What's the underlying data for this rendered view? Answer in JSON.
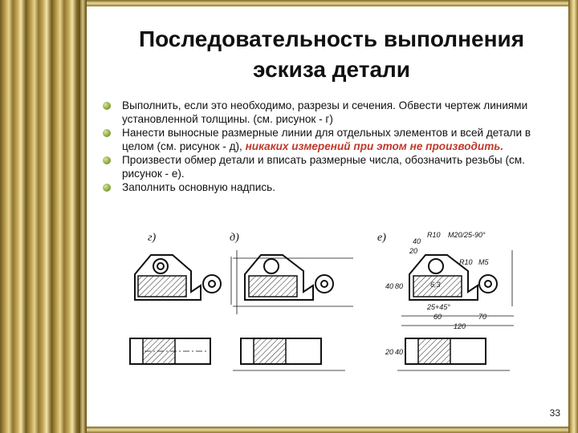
{
  "slide": {
    "title": "Последовательность выполнения\nэскиза детали",
    "bullets": [
      {
        "text": "Выполнить, если это необходимо, разрезы и сечения. Обвести чертеж линиями установленной толщины. (см. рисунок - г)"
      },
      {
        "text": "Нанести выносные размерные линии для отдельных элементов и всей детали в целом (см. рисунок - д), ",
        "emphasis": "никаких измерений при этом не производить."
      },
      {
        "text": "Произвести обмер детали и вписать размерные числа, обозначить резьбы (см. рисунок - е)."
      },
      {
        "text": "Заполнить основную надпись."
      }
    ],
    "figure_labels": [
      "г)",
      "д)",
      "е)"
    ],
    "dimensions": [
      "40",
      "20",
      "R10",
      "M20/25-90°",
      "R10",
      "M5",
      "6,3",
      "25+45°",
      "60",
      "70",
      "120",
      "80",
      "40",
      "40",
      "20"
    ],
    "page_number": "33"
  }
}
